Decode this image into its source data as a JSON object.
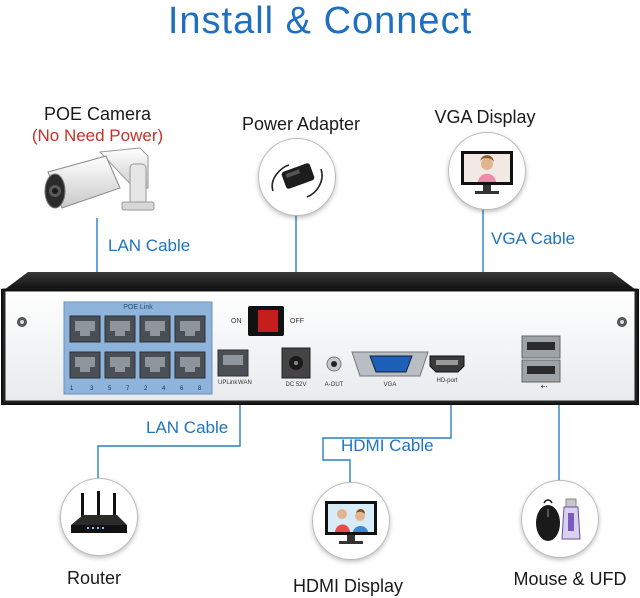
{
  "title": "Install & Connect",
  "devices": {
    "poe_camera": {
      "label": "POE Camera",
      "note": "(No Need Power)"
    },
    "power_adapter": {
      "label": "Power Adapter"
    },
    "vga_display": {
      "label": "VGA Display"
    },
    "router": {
      "label": "Router"
    },
    "hdmi_display": {
      "label": "HDMI Display"
    },
    "mouse_ufd": {
      "label": "Mouse & UFD"
    }
  },
  "cables": {
    "lan_camera": "LAN Cable",
    "vga": "VGA Cable",
    "lan_router": "LAN Cable",
    "hdmi": "HDMI Cable"
  },
  "nvr": {
    "poe_link": "POE Link",
    "port_numbers": [
      "1",
      "3",
      "5",
      "7",
      "2",
      "4",
      "6",
      "8"
    ],
    "on": "ON",
    "off": "OFF",
    "uplink": "UPLink",
    "wan": "WAN",
    "dc": "DC 52V",
    "audio_out": "A-OUT",
    "vga": "VGA",
    "hdmi": "HD-port",
    "usb": "⇠"
  },
  "colors": {
    "title": "#1f6fc1",
    "cable_label": "#1f74bf",
    "note": "#c8302a",
    "connector_line": "#2a7fc4",
    "nvr_body": "#1b1b1b",
    "poe_panel": "#8fb4dc"
  }
}
